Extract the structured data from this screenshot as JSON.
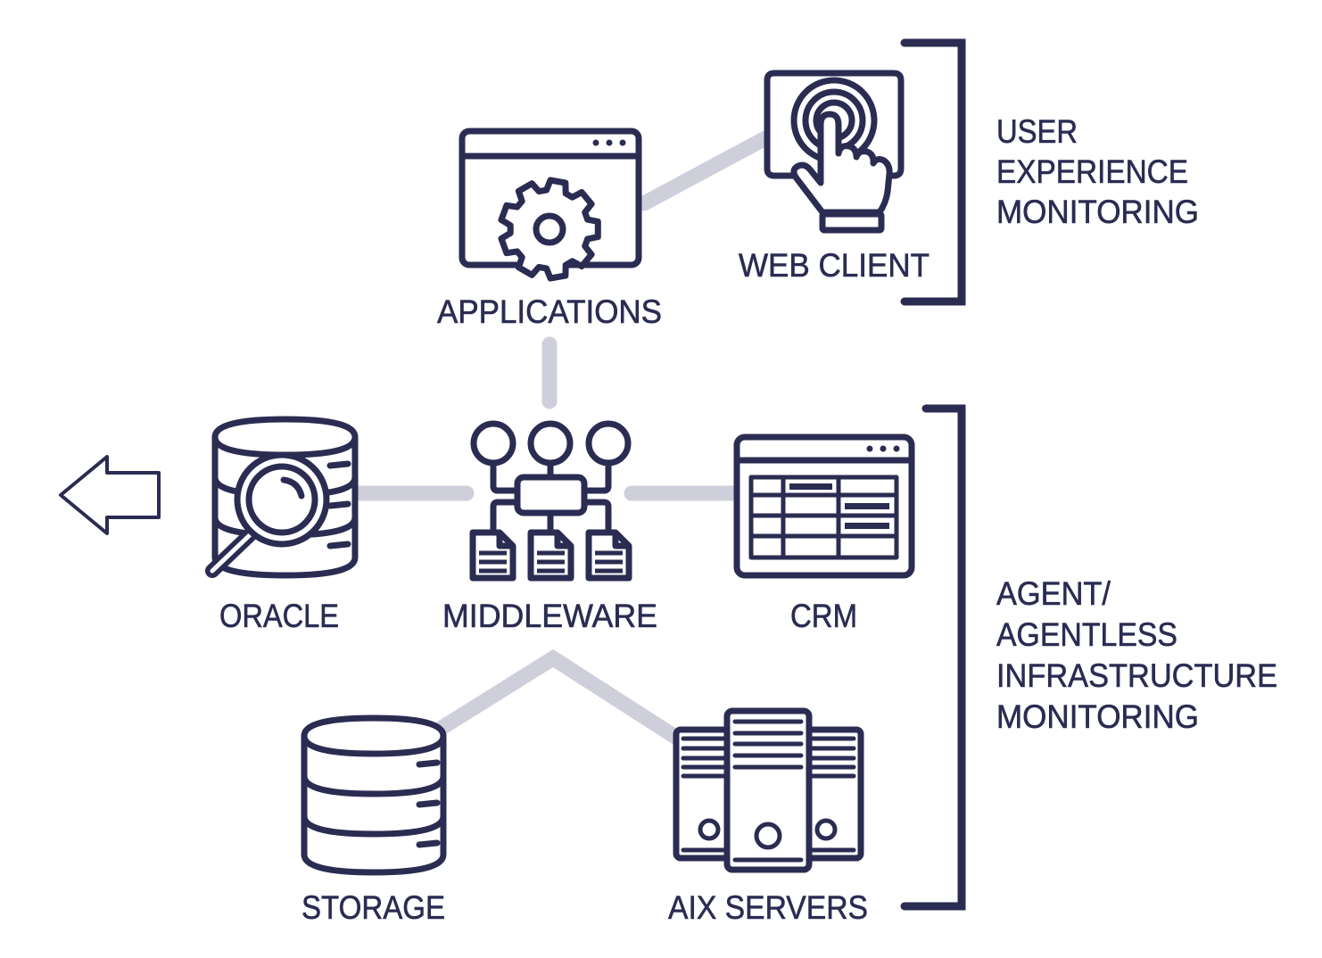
{
  "nodes": {
    "applications": "APPLICATIONS",
    "web_client": "WEB CLIENT",
    "oracle": "ORACLE",
    "middleware": "MIDDLEWARE",
    "crm": "CRM",
    "storage": "STORAGE",
    "aix_servers": "AIX SERVERS"
  },
  "groups": {
    "user_experience": [
      "USER",
      "EXPERIENCE",
      "MONITORING"
    ],
    "infrastructure": [
      "AGENT/",
      "AGENTLESS",
      "INFRASTRUCTURE",
      "MONITORING"
    ]
  },
  "colors": {
    "ink": "#2b2c52",
    "connector": "#cfcfdc"
  },
  "icons": [
    "gear-icon",
    "touch-hand-icon",
    "database-search-icon",
    "network-hub-icon",
    "table-window-icon",
    "database-icon",
    "servers-icon",
    "arrow-left-icon"
  ]
}
